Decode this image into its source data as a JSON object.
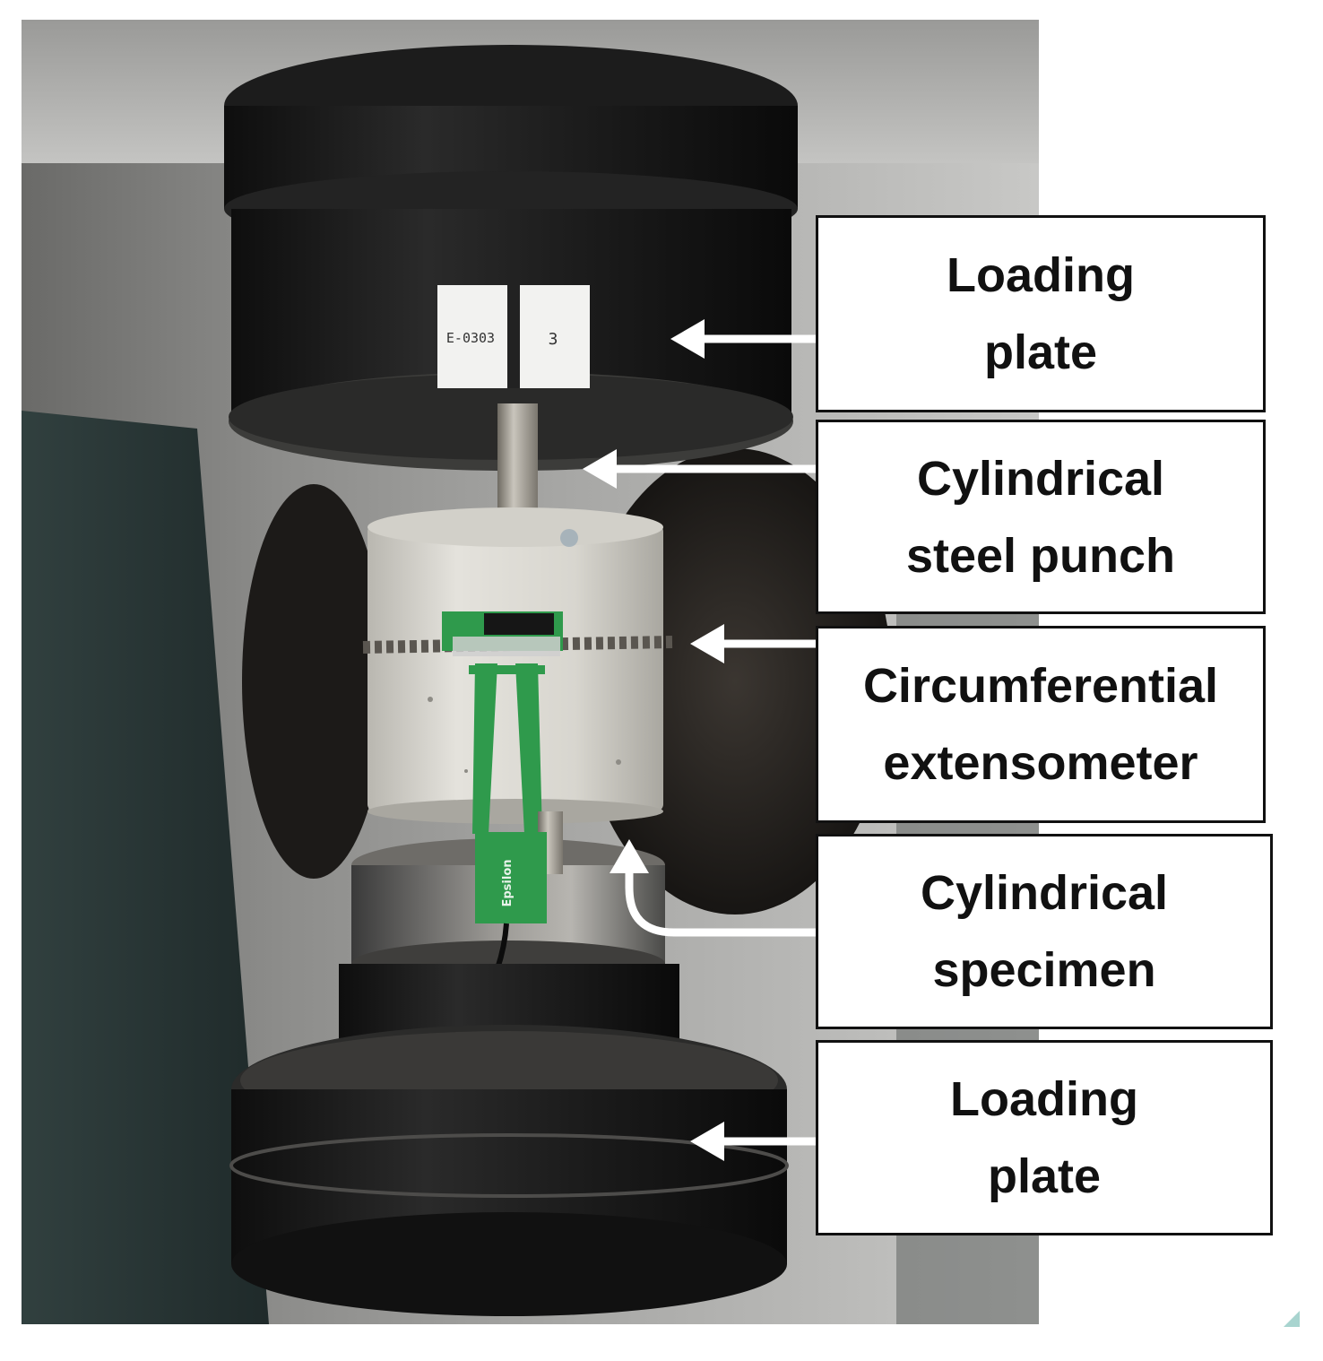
{
  "figure": {
    "labels": [
      {
        "id": "loading-plate-top",
        "text": "Loading\nplate"
      },
      {
        "id": "cylindrical-steel-punch",
        "text": "Cylindrical\nsteel punch"
      },
      {
        "id": "circumferential-extensometer",
        "text": "Circumferential\nextensometer"
      },
      {
        "id": "cylindrical-specimen",
        "text": "Cylindrical\nspecimen"
      },
      {
        "id": "loading-plate-bottom",
        "text": "Loading\nplate"
      }
    ],
    "plate_tag": {
      "left_text": "E-0303",
      "right_text": "3"
    },
    "sensor_brand": "Epsilon",
    "colors": {
      "background": "#ffffff",
      "machine_black": "#151515",
      "specimen_concrete": "#dcdad3",
      "punch_steel": "#a8a49b",
      "sensor_green": "#2f9a4c",
      "arrow_white": "#ffffff",
      "label_border": "#111111"
    }
  }
}
